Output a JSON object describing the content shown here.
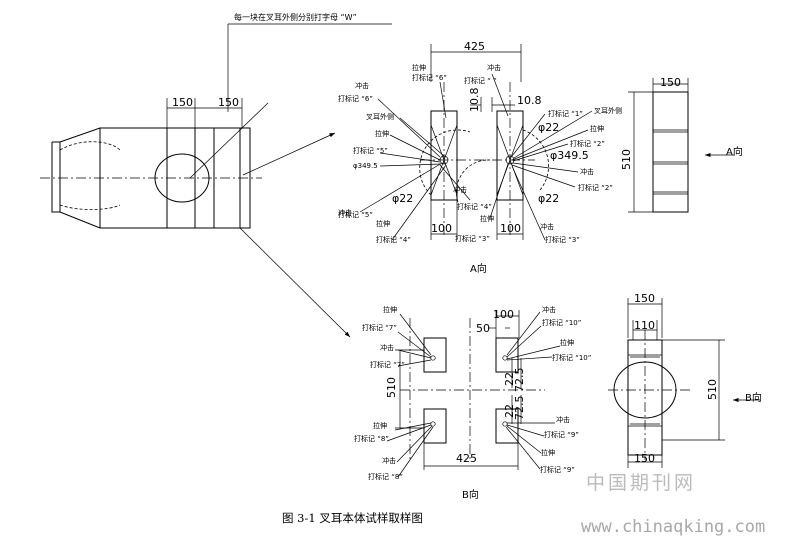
{
  "note_top": "每一块在叉耳外侧分别打字母 “W”",
  "main_view": {
    "dims": [
      "150",
      "150"
    ]
  },
  "view_a": {
    "caption": "A向",
    "dims": {
      "width": "425",
      "gap_left": "10.8",
      "gap_right": "10.8",
      "phi22": "φ22",
      "phi349": "φ349.5",
      "bottom_left": "100",
      "bottom_right": "100"
    },
    "labels": {
      "lashen": "拉伸",
      "chongji": "冲击",
      "outer_side": "叉耳外侧",
      "m6": "打标记 “6”",
      "m5": "打标记 “5”",
      "m4": "打标记 “4”",
      "m3": "打标记 “3”",
      "m2": "打标记 “2”",
      "m1": "打标记 “1”",
      "m_blank": "打标记 “ ”"
    }
  },
  "side_a": {
    "width": "150",
    "height": "510",
    "arrow_label": "A向"
  },
  "view_b": {
    "caption": "B向",
    "dims": {
      "width": "425",
      "top": "100",
      "inner": "50",
      "height": "510",
      "v22a": "22",
      "v72a": "72.5",
      "v22b": "22",
      "v72b": "72.5"
    },
    "labels": {
      "lashen": "拉伸",
      "chongji": "冲击",
      "m7": "打标记 “7”",
      "m8": "打标记 “8”",
      "m9": "打标记 “9”",
      "m10": "打标记 “10”"
    }
  },
  "side_b": {
    "width_top": "150",
    "inner": "110",
    "width_bottom": "150",
    "height": "510",
    "arrow_label": "B向"
  },
  "figure_caption": "图 3-1   叉耳本体试样取样图",
  "watermark_cn": "中国期刊网",
  "watermark_url": "www.chinaqking.com"
}
